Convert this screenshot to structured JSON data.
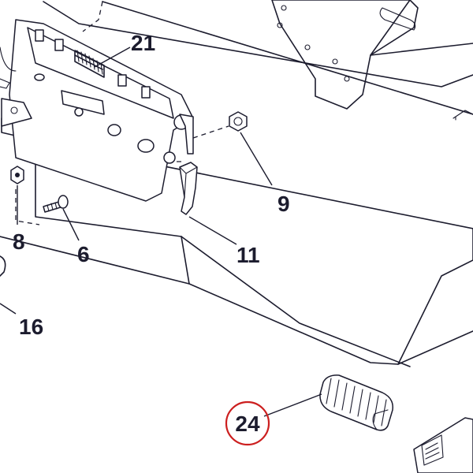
{
  "diagram": {
    "callouts": [
      {
        "id": "21",
        "label": "21"
      },
      {
        "id": "9",
        "label": "9"
      },
      {
        "id": "8",
        "label": "8"
      },
      {
        "id": "6",
        "label": "6"
      },
      {
        "id": "11",
        "label": "11"
      },
      {
        "id": "16",
        "label": "16"
      },
      {
        "id": "24",
        "label": "24",
        "highlighted": true
      }
    ],
    "colors": {
      "ink": "#1c1c2e",
      "highlight_circle": "#cc1f1f",
      "background": "#ffffff"
    }
  }
}
